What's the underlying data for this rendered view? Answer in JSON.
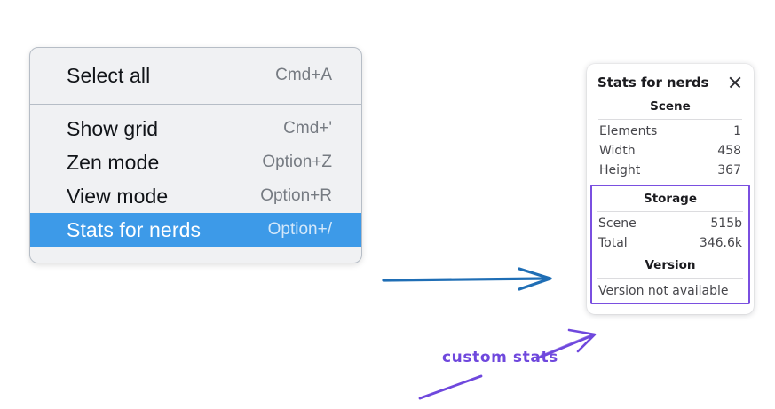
{
  "menu": {
    "groups": [
      {
        "name": "group-top",
        "items": [
          {
            "label": "Select all",
            "shortcut": "Cmd+A",
            "selected": false,
            "data_name": "menu-item-select-all"
          }
        ]
      },
      {
        "name": "group-bottom",
        "items": [
          {
            "label": "Show grid",
            "shortcut": "Cmd+'",
            "selected": false,
            "data_name": "menu-item-show-grid"
          },
          {
            "label": "Zen mode",
            "shortcut": "Option+Z",
            "selected": false,
            "data_name": "menu-item-zen-mode"
          },
          {
            "label": "View mode",
            "shortcut": "Option+R",
            "selected": false,
            "data_name": "menu-item-view-mode"
          },
          {
            "label": "Stats for nerds",
            "shortcut": "Option+/",
            "selected": true,
            "data_name": "menu-item-stats-for-nerds"
          }
        ]
      }
    ],
    "highlight_color": "#3d9ae8",
    "background_color": "#f0f1f3"
  },
  "stats_panel": {
    "title": "Stats for nerds",
    "close_icon": "close-icon",
    "sections": [
      {
        "heading": "Scene",
        "rows": [
          {
            "label": "Elements",
            "value": "1"
          },
          {
            "label": "Width",
            "value": "458"
          },
          {
            "label": "Height",
            "value": "367"
          }
        ]
      },
      {
        "heading": "Storage",
        "rows": [
          {
            "label": "Scene",
            "value": "515b"
          },
          {
            "label": "Total",
            "value": "346.6k"
          }
        ]
      },
      {
        "heading": "Version",
        "note": "Version not available"
      }
    ],
    "highlight_box_color": "#7a4fe0"
  },
  "annotations": {
    "blue_arrow": {
      "name": "blue-arrow",
      "color": "#1f6eb5"
    },
    "purple_arrow": {
      "name": "purple-arrow",
      "color": "#6f48dd"
    },
    "purple_underline": {
      "name": "purple-underline-stroke",
      "color": "#6f48dd"
    },
    "label": "custom stats",
    "label_color": "#6f48dd"
  }
}
